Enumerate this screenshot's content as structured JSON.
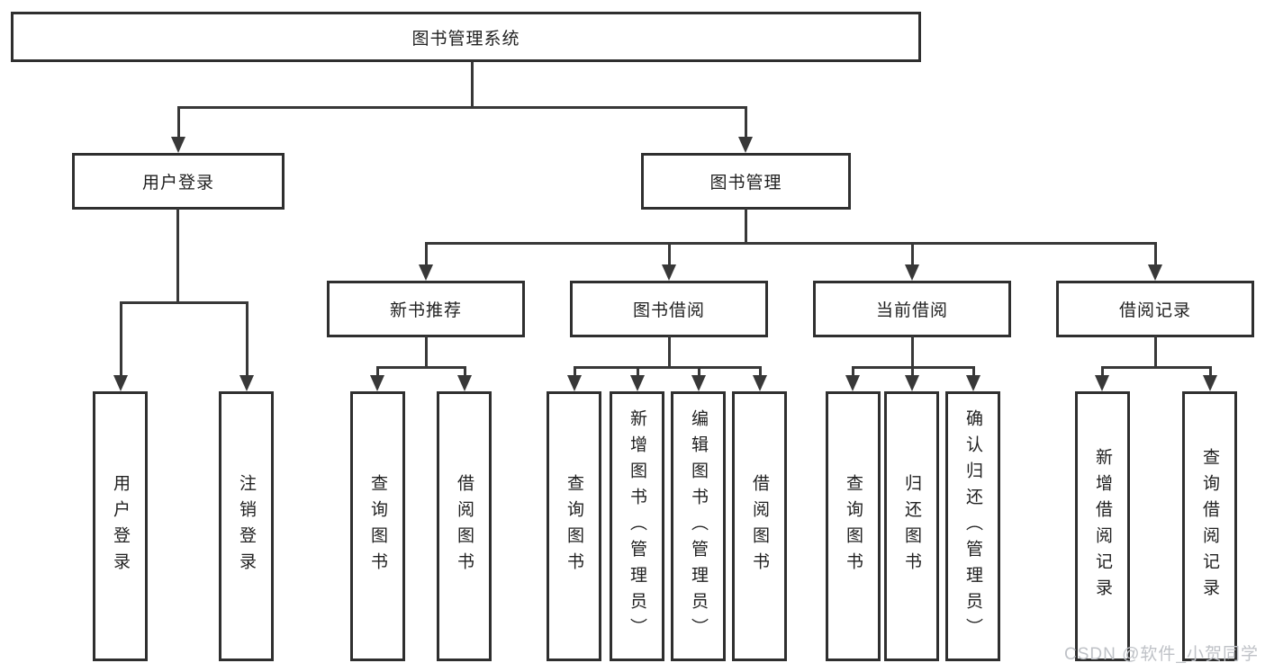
{
  "diagram_title": "图书管理系统",
  "tree": {
    "root": {
      "label": "图书管理系统"
    },
    "branches": [
      {
        "label": "用户登录",
        "children": [
          {
            "label": "用户登录"
          },
          {
            "label": "注销登录"
          }
        ]
      },
      {
        "label": "图书管理",
        "groups": [
          {
            "label": "新书推荐",
            "children": [
              {
                "label": "查询图书"
              },
              {
                "label": "借阅图书"
              }
            ]
          },
          {
            "label": "图书借阅",
            "children": [
              {
                "label": "查询图书"
              },
              {
                "label": "新增图书（管理员）"
              },
              {
                "label": "编辑图书（管理员）"
              },
              {
                "label": "借阅图书"
              }
            ]
          },
          {
            "label": "当前借阅",
            "children": [
              {
                "label": "查询图书"
              },
              {
                "label": "归还图书"
              },
              {
                "label": "确认归还（管理员）"
              }
            ]
          },
          {
            "label": "借阅记录",
            "children": [
              {
                "label": "新增借阅记录"
              },
              {
                "label": "查询借阅记录"
              }
            ]
          }
        ]
      }
    ]
  },
  "watermark": {
    "text": "CSDN @软件_小贺同学"
  },
  "colors": {
    "background": "#ffffff",
    "box_border": "#2f2f2f",
    "box_fill": "#ffffff",
    "line": "#383838",
    "text": "#212121",
    "watermark_text": "#bfc2c7"
  }
}
